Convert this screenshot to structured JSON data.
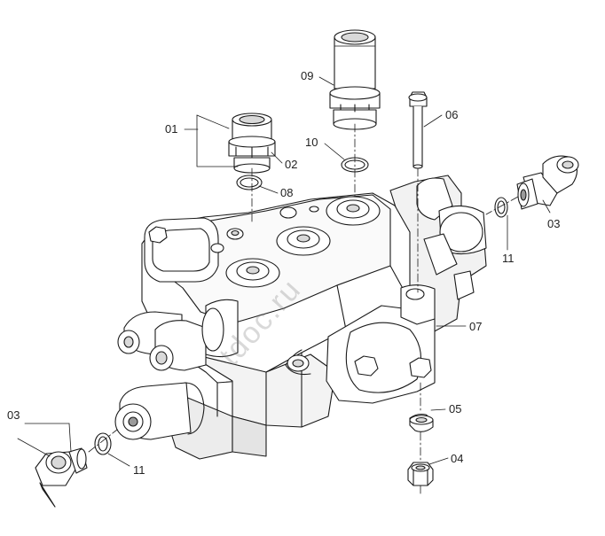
{
  "diagram": {
    "watermark": "tdoc.ru",
    "callouts": [
      {
        "id": "c01",
        "label": "01"
      },
      {
        "id": "c02",
        "label": "02"
      },
      {
        "id": "c03a",
        "label": "03"
      },
      {
        "id": "c03b",
        "label": "03"
      },
      {
        "id": "c04",
        "label": "04"
      },
      {
        "id": "c05",
        "label": "05"
      },
      {
        "id": "c06",
        "label": "06"
      },
      {
        "id": "c07",
        "label": "07"
      },
      {
        "id": "c08",
        "label": "08"
      },
      {
        "id": "c09",
        "label": "09"
      },
      {
        "id": "c10",
        "label": "10"
      },
      {
        "id": "c11a",
        "label": "11"
      },
      {
        "id": "c11b",
        "label": "11"
      }
    ],
    "colors": {
      "line": "#1a1a1a",
      "fill": "#ffffff",
      "shade": "#d9d9d9",
      "dark": "#9a9a9a"
    }
  }
}
